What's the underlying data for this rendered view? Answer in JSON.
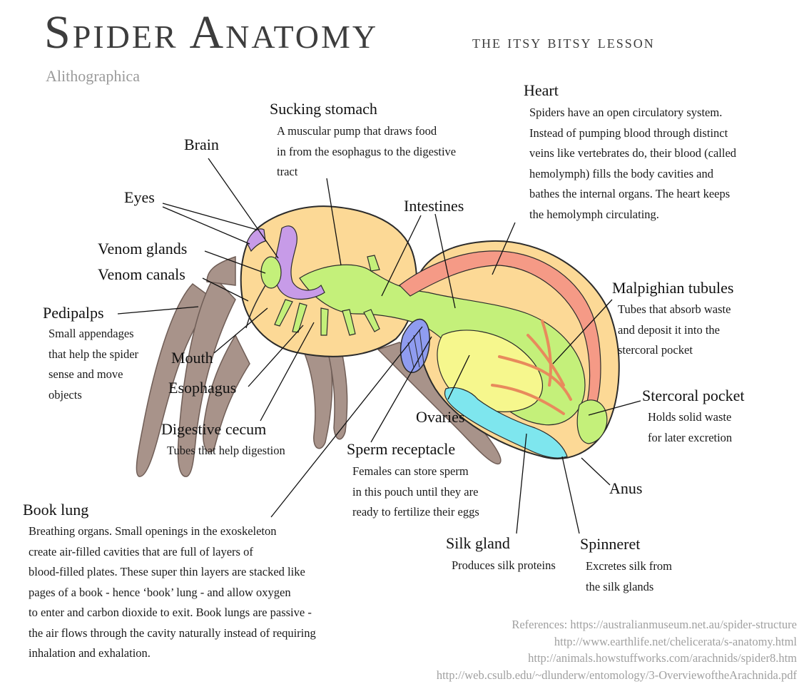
{
  "title": "Spider Anatomy",
  "subtitle": "the itsy bitsy lesson",
  "credit": "Alithographica",
  "parts": {
    "heart": {
      "label": "Heart",
      "description": [
        "Spiders have an open circulatory system.",
        "Instead of pumping blood through distinct",
        "veins like vertebrates do, their blood (called",
        "hemolymph) fills the body cavities and",
        "bathes the internal organs. The heart keeps",
        "the hemolymph circulating."
      ]
    },
    "sucking_stomach": {
      "label": "Sucking stomach",
      "description": [
        "A muscular pump that draws food",
        "in from the esophagus to the digestive",
        "tract"
      ]
    },
    "brain": {
      "label": "Brain"
    },
    "eyes": {
      "label": "Eyes"
    },
    "intestines": {
      "label": "Intestines"
    },
    "venom_glands": {
      "label": "Venom glands"
    },
    "venom_canals": {
      "label": "Venom canals"
    },
    "pedipalps": {
      "label": "Pedipalps",
      "description": [
        "Small appendages",
        "that help the spider",
        "sense and move",
        "objects"
      ]
    },
    "mouth": {
      "label": "Mouth"
    },
    "esophagus": {
      "label": "Esophagus"
    },
    "digestive_cecum": {
      "label": "Digestive cecum",
      "description": [
        "Tubes that help digestion"
      ]
    },
    "malpighian_tubules": {
      "label": "Malpighian tubules",
      "description": [
        "Tubes that absorb waste",
        "and deposit it into the",
        "stercoral pocket"
      ]
    },
    "stercoral_pocket": {
      "label": "Stercoral pocket",
      "description": [
        "Holds solid waste",
        "for later excretion"
      ]
    },
    "ovaries": {
      "label": "Ovaries"
    },
    "sperm_receptacle": {
      "label": "Sperm receptacle",
      "description": [
        "Females can store sperm",
        "in this pouch until they are",
        "ready to fertilize their eggs"
      ]
    },
    "anus": {
      "label": "Anus"
    },
    "book_lung": {
      "label": "Book lung",
      "description": [
        "Breathing organs. Small openings in the exoskeleton",
        "create air-filled cavities that are full of layers of",
        "blood-filled plates. These super thin layers are stacked like",
        "pages of a book - hence ‘book’ lung - and allow oxygen",
        "to enter and carbon dioxide to exit. Book lungs are passive -",
        "the air flows through the cavity naturally instead of requiring",
        "inhalation and exhalation."
      ]
    },
    "silk_gland": {
      "label": "Silk gland",
      "description": [
        "Produces silk proteins"
      ]
    },
    "spinneret": {
      "label": "Spinneret",
      "description": [
        "Excretes silk from",
        "the silk glands"
      ]
    }
  },
  "references": [
    "References: https://australianmuseum.net.au/spider-structure",
    "http://www.earthlife.net/chelicerata/s-anatomy.html",
    "http://animals.howstuffworks.com/arachnids/spider8.htm",
    "http://web.csulb.edu/~dlunderw/entomology/3-OverviewoftheArachnida.pdf"
  ],
  "colors": {
    "body": "#fcd996",
    "outline": "#2b2b2b",
    "legs": "#a8938a",
    "legs_dark": "#7e6a62",
    "digestive": "#c4f07a",
    "heart": "#f59a86",
    "venom": "#c79be8",
    "book_lung": "#8f9cf0",
    "silk": "#7ee6ee",
    "ovary": "#f6f78d",
    "tubules": "#e88a5c"
  }
}
